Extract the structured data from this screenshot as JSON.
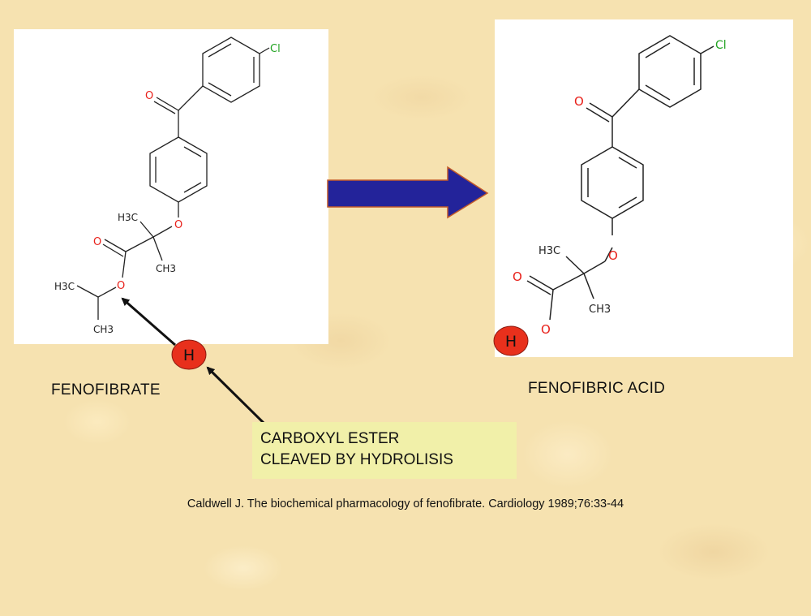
{
  "diagram": {
    "left_molecule": {
      "caption": "FENOFIBRATE",
      "atoms": {
        "cl": "Cl",
        "o_carbonyl": "O",
        "o_ether": "O",
        "methyl_upper": "H3C",
        "methyl_lower": "CH3",
        "o_ester_carbonyl": "O",
        "o_ester": "O",
        "iso_methyl_upper": "H3C",
        "iso_methyl_lower": "CH3"
      }
    },
    "right_molecule": {
      "caption": "FENOFIBRIC ACID",
      "atoms": {
        "cl": "Cl",
        "o_carbonyl": "O",
        "o_ether": "O",
        "methyl_upper": "H3C",
        "methyl_lower": "CH3",
        "o_acid_carbonyl": "O",
        "o_acid": "O"
      }
    },
    "hydrogen_label": "H",
    "callout": {
      "line1": "CARBOXYL ESTER",
      "line2": "CLEAVED BY HYDROLISIS"
    },
    "citation": "Caldwell J. The biochemical pharmacology of fenofibrate. Cardiology 1989;76:33-44",
    "colors": {
      "oxygen": "#e8201a",
      "chlorine": "#21a321",
      "arrow": "#23239a",
      "arrow_outline": "#c25a2a",
      "hydrogen_fill": "#e8301c",
      "callout_bg": "#f1f0a9"
    }
  }
}
